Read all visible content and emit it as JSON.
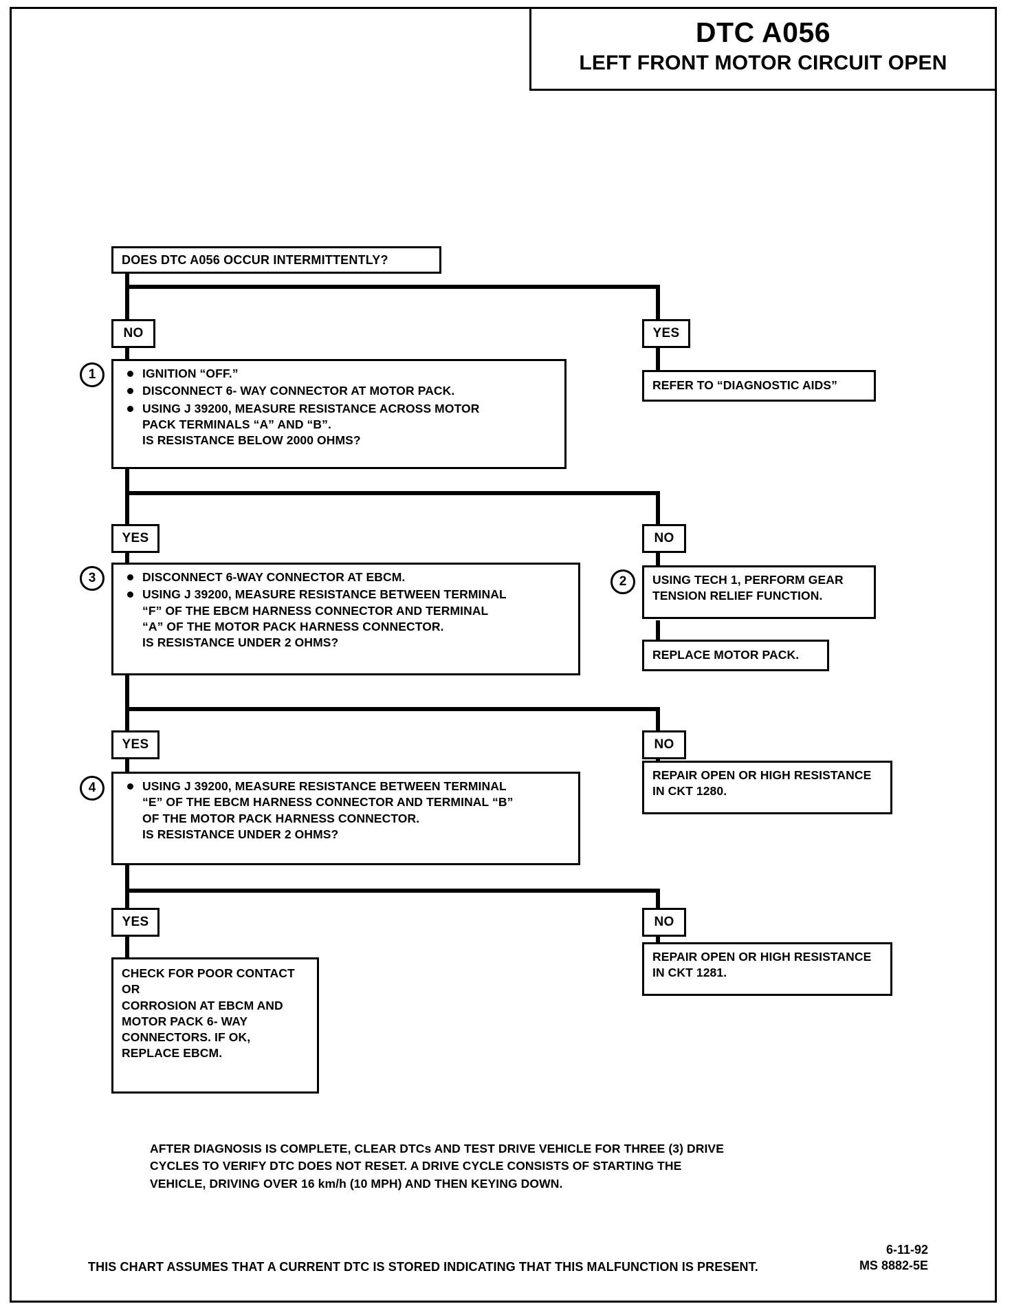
{
  "title": {
    "code": "DTC A056",
    "name": "LEFT FRONT MOTOR CIRCUIT OPEN"
  },
  "flowchart": {
    "question": "DOES DTC A056 OCCUR INTERMITTENTLY?",
    "branch_labels": {
      "no1": "NO",
      "yes1": "YES",
      "yes2": "YES",
      "no2": "NO",
      "yes3": "YES",
      "no3": "NO",
      "yes4": "YES",
      "no4": "NO"
    },
    "step1": {
      "number": "1",
      "bullets": [
        [
          "IGNITION “OFF.”"
        ],
        [
          "DISCONNECT 6- WAY CONNECTOR AT MOTOR PACK."
        ],
        [
          "USING J 39200, MEASURE RESISTANCE ACROSS MOTOR",
          "PACK TERMINALS “A” AND “B”.",
          "IS RESISTANCE BELOW 2000 OHMS?"
        ]
      ]
    },
    "step3": {
      "number": "3",
      "bullets": [
        [
          "DISCONNECT 6-WAY CONNECTOR AT EBCM."
        ],
        [
          "USING J 39200, MEASURE RESISTANCE BETWEEN TERMINAL",
          "“F” OF THE EBCM HARNESS CONNECTOR AND TERMINAL",
          "“A” OF THE MOTOR PACK HARNESS CONNECTOR.",
          "IS RESISTANCE UNDER 2 OHMS?"
        ]
      ]
    },
    "step4": {
      "number": "4",
      "bullets": [
        [
          "USING J 39200, MEASURE RESISTANCE BETWEEN TERMINAL",
          "“E” OF THE EBCM HARNESS CONNECTOR AND TERMINAL “B”",
          "OF THE MOTOR PACK HARNESS CONNECTOR.",
          "IS RESISTANCE UNDER  2 OHMS?"
        ]
      ]
    },
    "step2": {
      "number": "2",
      "lines": [
        "USING TECH 1, PERFORM GEAR",
        "TENSION RELIEF FUNCTION."
      ]
    },
    "diagnostic_aids": {
      "lines": [
        "REFER TO “DIAGNOSTIC AIDS”"
      ]
    },
    "replace_motor_pack": {
      "lines": [
        "REPLACE MOTOR PACK."
      ]
    },
    "repair_1280": {
      "lines": [
        "REPAIR OPEN OR HIGH RESISTANCE",
        "IN CKT 1280."
      ]
    },
    "repair_1281": {
      "lines": [
        "REPAIR OPEN OR HIGH RESISTANCE",
        "IN CKT 1281."
      ]
    },
    "final_check": {
      "lines": [
        "CHECK FOR POOR CONTACT",
        "OR",
        "CORROSION AT EBCM AND",
        "MOTOR PACK 6- WAY",
        "CONNECTORS. IF OK,",
        "REPLACE EBCM."
      ]
    }
  },
  "notes": {
    "after_diagnosis": [
      "AFTER DIAGNOSIS IS COMPLETE, CLEAR DTCs AND TEST DRIVE VEHICLE FOR THREE (3) DRIVE",
      "CYCLES TO VERIFY DTC DOES NOT RESET.  A DRIVE CYCLE CONSISTS OF STARTING THE",
      "VEHICLE, DRIVING OVER 16 km/h (10 MPH) AND THEN KEYING DOWN."
    ]
  },
  "footer": {
    "assumption": "THIS CHART ASSUMES THAT A CURRENT DTC IS STORED INDICATING THAT THIS MALFUNCTION IS PRESENT.",
    "date": "6-11-92",
    "doc_id": "MS 8882-5E"
  }
}
